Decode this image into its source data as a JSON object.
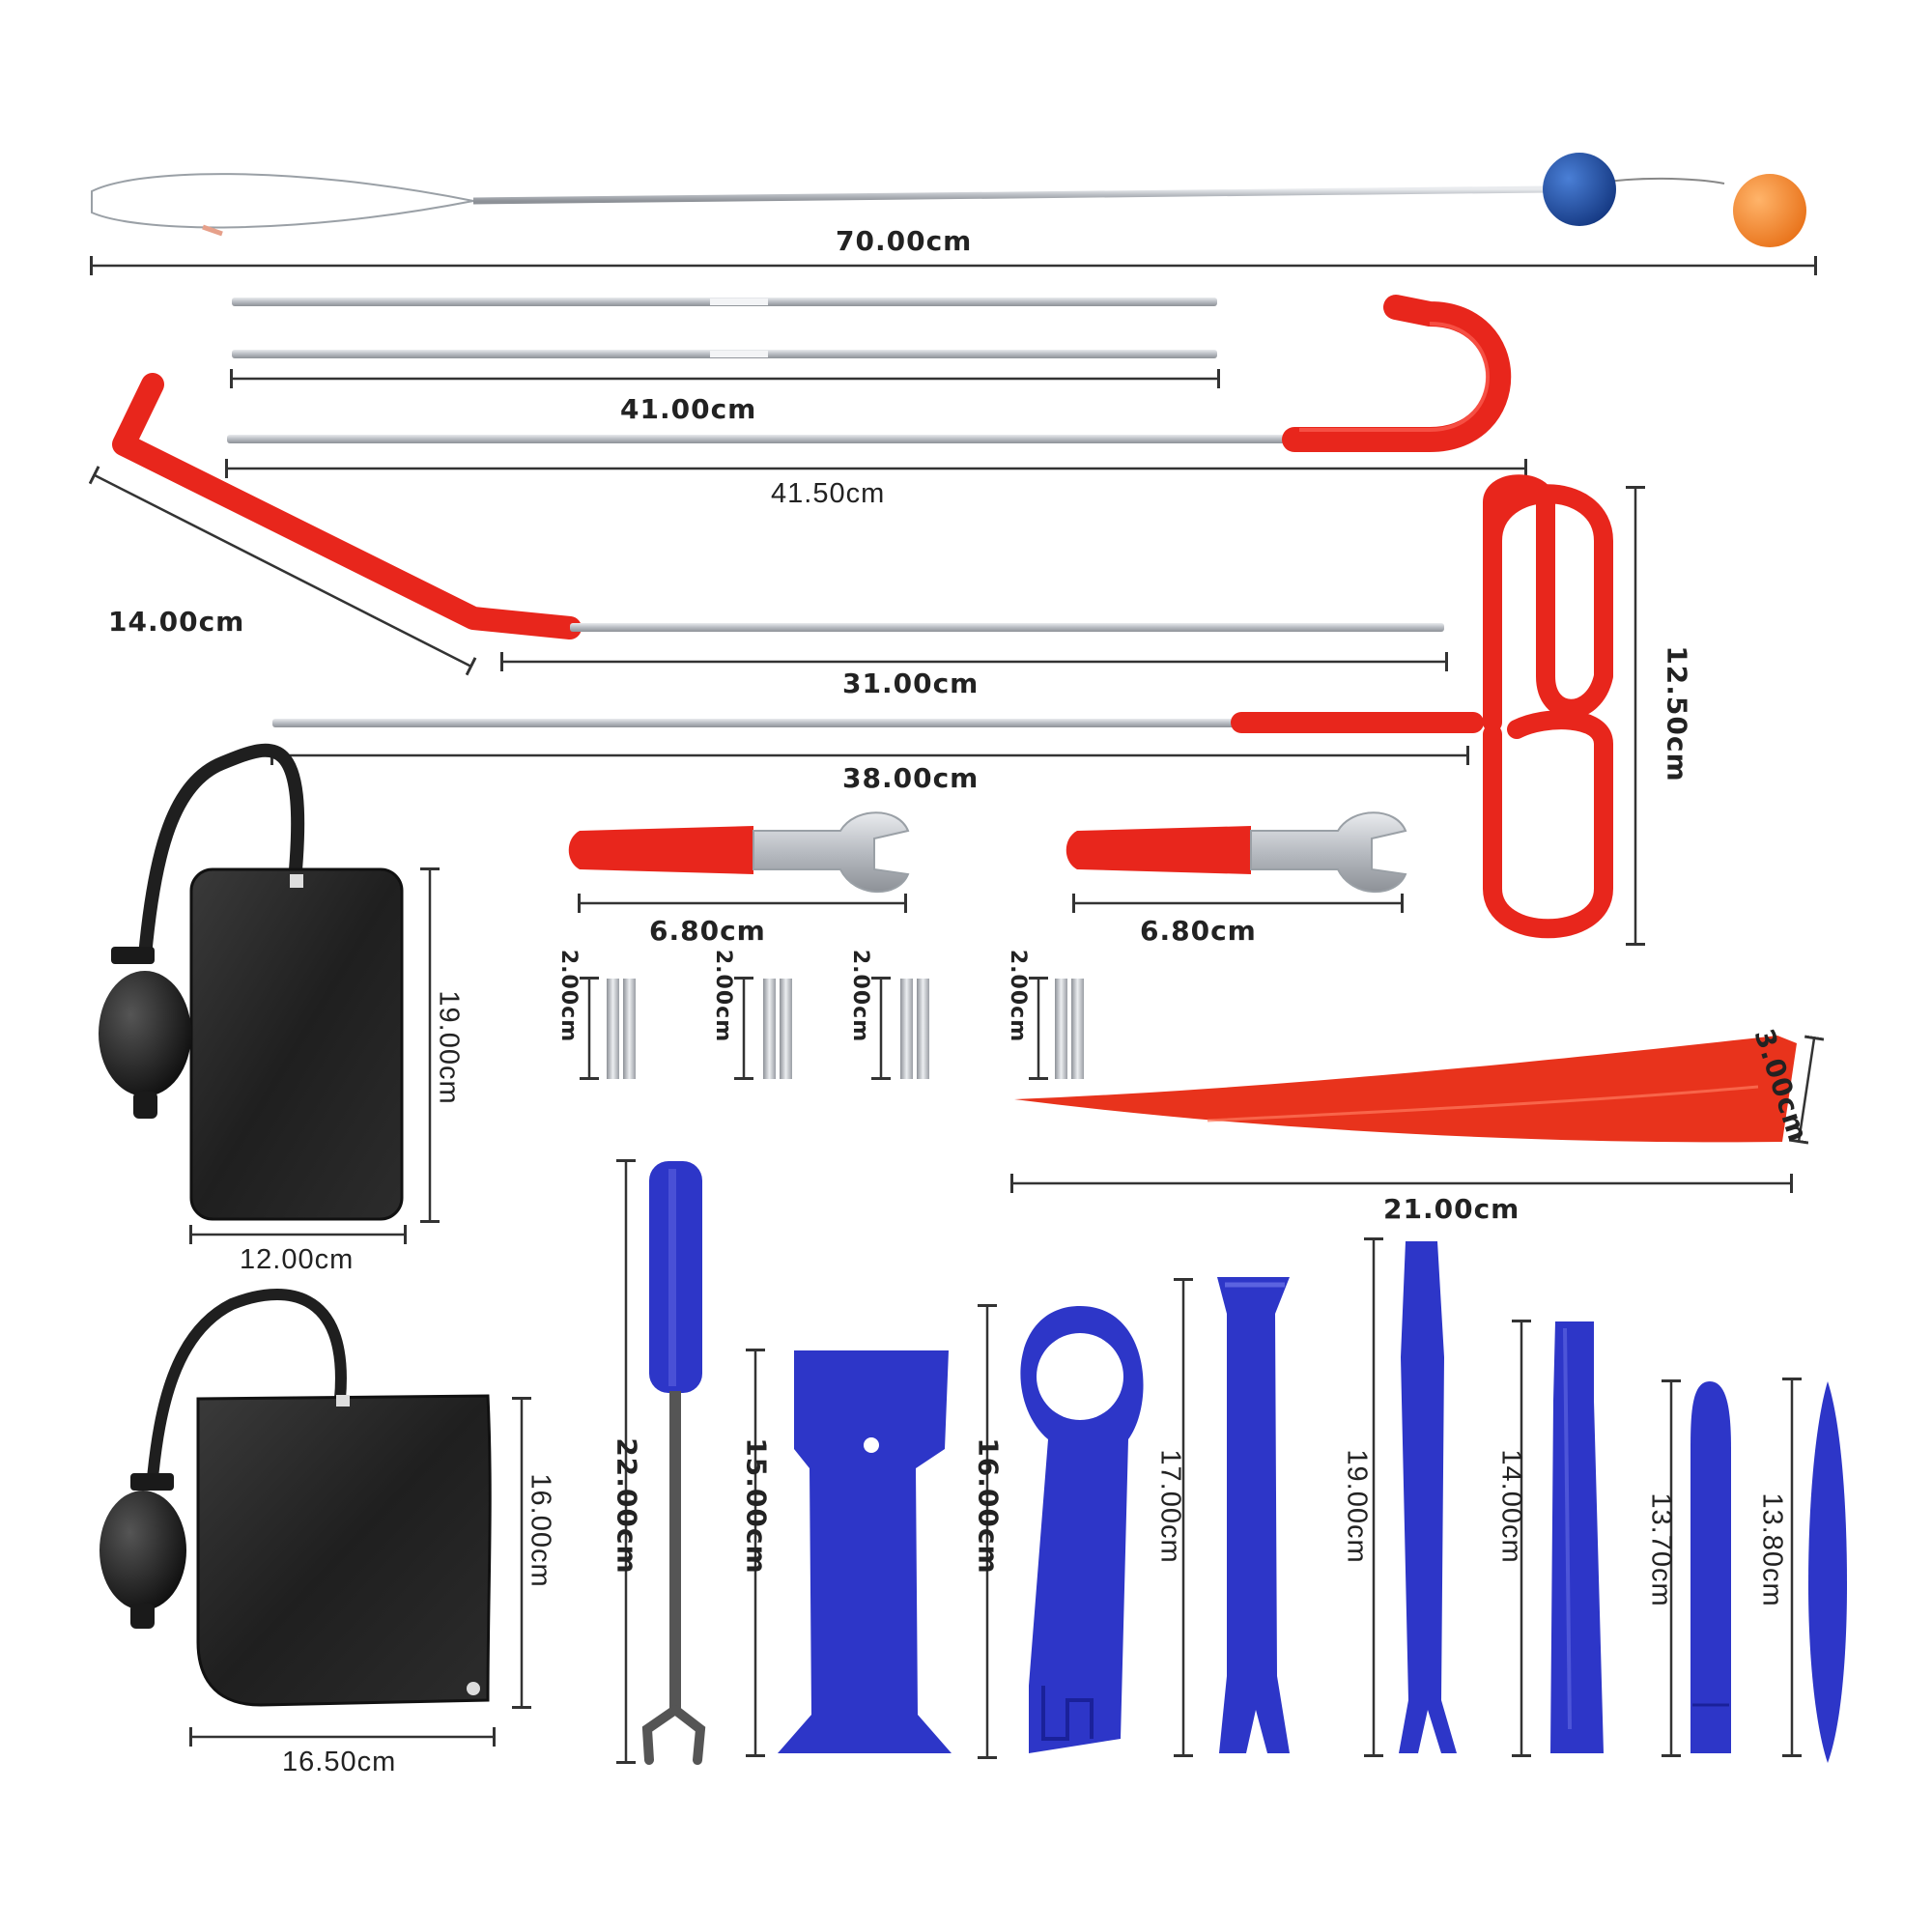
{
  "colors": {
    "red": "#e8261c",
    "blue": "#2d36c8",
    "steel": "#c9ccd1",
    "black": "#222222",
    "ball_blue": "#1f4fa8",
    "ball_orange": "#f58a2a"
  },
  "labels": {
    "long_reach": "70.00cm",
    "rods_pair": "41.00cm",
    "j_hook": "41.50cm",
    "angle_tip": "14.00cm",
    "bent_rod": "31.00cm",
    "t_handle_rod": "38.00cm",
    "t_handle_height": "12.50cm",
    "wrench_left": "6.80cm",
    "wrench_right": "6.80cm",
    "pin_1": "2.00cm",
    "pin_2": "2.00cm",
    "pin_3": "2.00cm",
    "pin_4": "2.00cm",
    "wedge_length": "21.00cm",
    "wedge_height": "3.00cm",
    "bag1_height": "19.00cm",
    "bag1_width": "12.00cm",
    "bag2_height": "16.00cm",
    "bag2_width": "16.50cm",
    "screwdriver": "22.00cm",
    "trim_wide_a": "15.00cm",
    "trim_wide_b": "16.00cm",
    "trim_ring": "17.00cm",
    "trim_forked": "19.00cm",
    "trim_flat": "14.00cm",
    "trim_slim_a": "13.70cm",
    "trim_slim_b": "13.80cm"
  }
}
